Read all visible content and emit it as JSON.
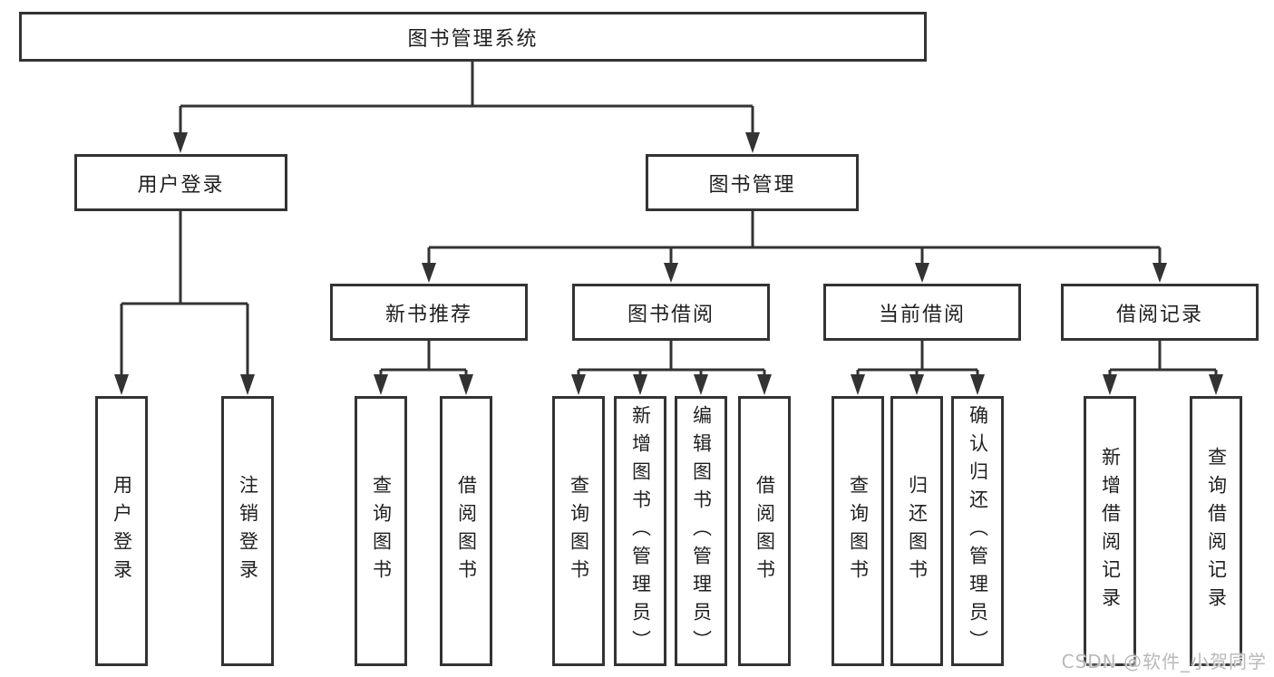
{
  "tree": {
    "root": {
      "label": "图书管理系统"
    },
    "branches": [
      {
        "label": "用户登录",
        "leaves": [
          {
            "label": "用户登录"
          },
          {
            "label": "注销登录"
          }
        ]
      },
      {
        "label": "图书管理",
        "groups": [
          {
            "label": "新书推荐",
            "leaves": [
              {
                "label": "查询图书"
              },
              {
                "label": "借阅图书"
              }
            ]
          },
          {
            "label": "图书借阅",
            "leaves": [
              {
                "label": "查询图书"
              },
              {
                "label": "新增图书（管理员）"
              },
              {
                "label": "编辑图书（管理员）"
              },
              {
                "label": "借阅图书"
              }
            ]
          },
          {
            "label": "当前借阅",
            "leaves": [
              {
                "label": "查询图书"
              },
              {
                "label": "归还图书"
              },
              {
                "label": "确认归还（管理员）"
              }
            ]
          },
          {
            "label": "借阅记录",
            "leaves": [
              {
                "label": "新增借阅记录"
              },
              {
                "label": "查询借阅记录"
              }
            ]
          }
        ]
      }
    ]
  },
  "watermark": {
    "text": "CSDN @软件_小贺同学"
  },
  "colors": {
    "line": "#333333",
    "box_border": "#333333",
    "text": "#1f1f1f",
    "watermark": "#b9b9b9",
    "background": "#ffffff"
  }
}
